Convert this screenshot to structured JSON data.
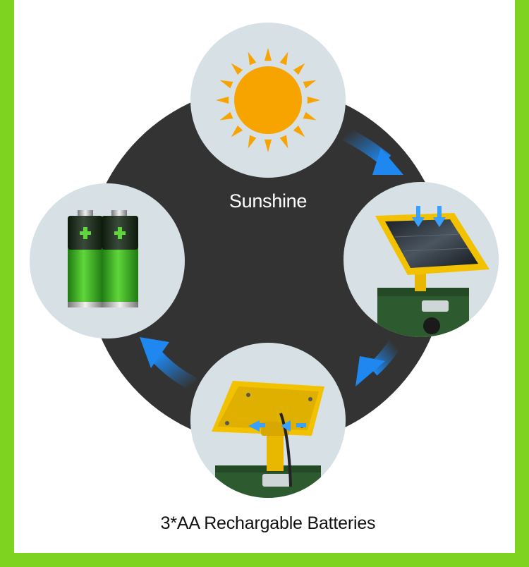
{
  "diagram": {
    "center_label": "Sunshine",
    "caption": "3*AA Rechargable Batteries",
    "nodes": [
      {
        "id": "sun",
        "icon": "sun-icon"
      },
      {
        "id": "solar-panel-top",
        "icon": "solar-panel-icon"
      },
      {
        "id": "solar-panel-back",
        "icon": "solar-panel-back-icon"
      },
      {
        "id": "batteries",
        "icon": "battery-icon"
      }
    ],
    "colors": {
      "frame": "#7ed321",
      "ring": "#333333",
      "node_bg": "#d6e0e5",
      "arrow": "#1e88f0",
      "sun": "#f7a400",
      "battery": "#3fbf1f",
      "panel_frame": "#f2c200",
      "device": "#2d5a2e"
    }
  }
}
